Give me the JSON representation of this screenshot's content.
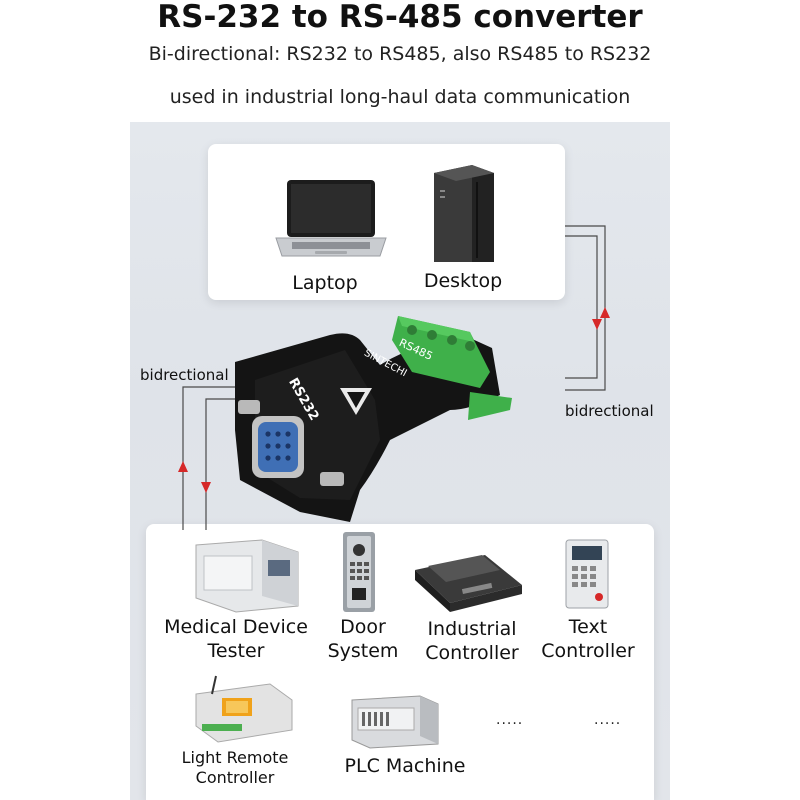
{
  "header": {
    "title": "RS-232 to RS-485 converter",
    "subtitle_line1": "Bi-directional: RS232 to RS485, also RS485 to RS232",
    "subtitle_line2": "used in industrial long-haul data communication"
  },
  "top_devices": {
    "laptop_label": "Laptop",
    "desktop_label": "Desktop"
  },
  "connections": {
    "left_label": "bidrectional",
    "right_label": "bidrectional"
  },
  "converter": {
    "port_left": "RS232",
    "port_right": "RS485",
    "brand": "SINTECHI"
  },
  "bottom_devices": {
    "medical_line1": "Medical Device",
    "medical_line2": "Tester",
    "door_line1": "Door",
    "door_line2": "System",
    "industrial_line1": "Industrial",
    "industrial_line2": "Controller",
    "text_line1": "Text",
    "text_line2": "Controller",
    "light_line1": "Light Remote",
    "light_line2": "Controller",
    "plc_label": "PLC Machine",
    "more_1": ".....",
    "more_2": "....."
  },
  "colors": {
    "arrow_red": "#d62828",
    "converter_black": "#141414",
    "terminal_green": "#3fb04a",
    "db9_blue": "#3f6fb5"
  }
}
